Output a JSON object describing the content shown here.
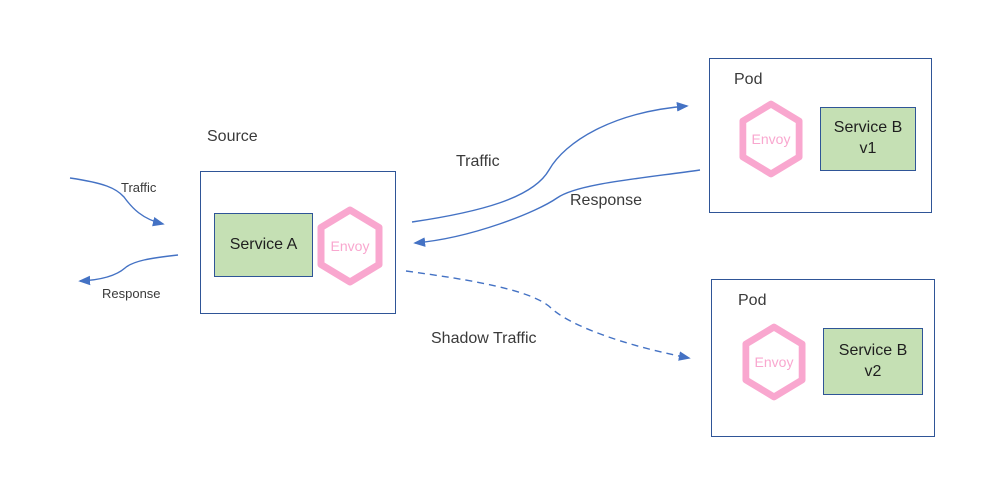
{
  "colors": {
    "arrow_blue": "#4472C4",
    "border_blue": "#2F5597",
    "service_green": "#C5E0B4",
    "envoy_pink": "#F9A7CF",
    "text_dark": "#3A3A3A"
  },
  "source": {
    "title": "Source",
    "service_label": "Service A",
    "envoy_label": "Envoy"
  },
  "pod_v1": {
    "title": "Pod",
    "service_name": "Service B",
    "service_version": "v1",
    "envoy_label": "Envoy"
  },
  "pod_v2": {
    "title": "Pod",
    "service_name": "Service B",
    "service_version": "v2",
    "envoy_label": "Envoy"
  },
  "flow_labels": {
    "inbound_traffic": "Traffic",
    "outbound_response": "Response",
    "traffic_to_v1": "Traffic",
    "response_from_v1": "Response",
    "shadow_traffic_to_v2": "Shadow Traffic"
  }
}
